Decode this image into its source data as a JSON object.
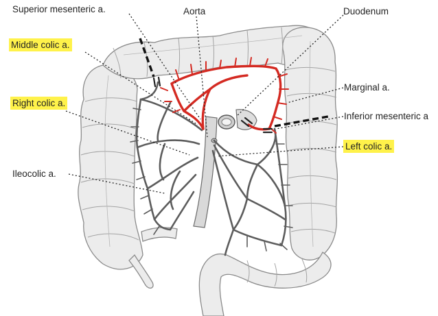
{
  "labels": {
    "superior_mesenteric": "Superior mesenteric a.",
    "aorta": "Aorta",
    "duodenum": "Duodenum",
    "middle_colic": "Middle colic a.",
    "marginal": "Marginal a.",
    "right_colic": "Right colic a.",
    "inferior_mesenteric": "Inferior mesenteric a",
    "left_colic": "Left colic a.",
    "ileocolic": "Ileocolic a."
  },
  "colors": {
    "highlight": "#fff24a",
    "artery_red": "#d42a22",
    "vessel_gray": "#5c5c5c",
    "outline": "#8a8a8a",
    "label_text": "#222222"
  },
  "highlighted_labels": [
    "middle_colic",
    "right_colic",
    "left_colic"
  ],
  "icons": [
    "colon-illustration",
    "ligature-mark"
  ]
}
